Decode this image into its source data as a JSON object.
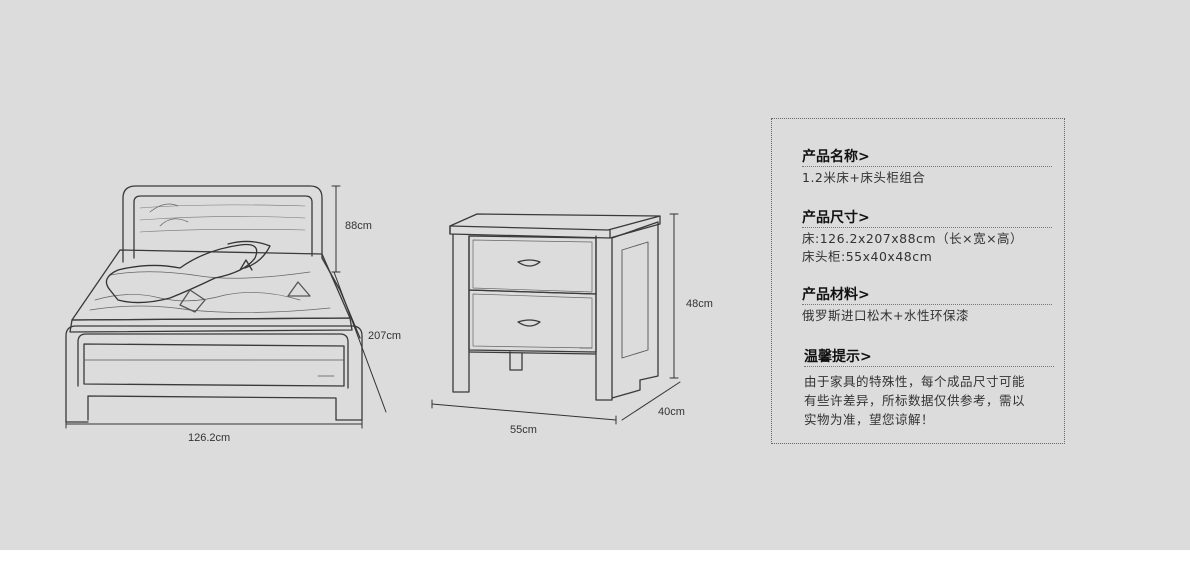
{
  "dimensions": {
    "bed_height": "88cm",
    "bed_length": "207cm",
    "bed_width": "126.2cm",
    "cabinet_height": "48cm",
    "cabinet_width": "55cm",
    "cabinet_depth": "40cm"
  },
  "info": {
    "name": {
      "title": "产品名称>",
      "lines": [
        "1.2米床+床头柜组合"
      ]
    },
    "size": {
      "title": "产品尺寸>",
      "lines": [
        "床:126.2x207x88cm（长×宽×高）",
        "床头柜:55x40x48cm"
      ]
    },
    "material": {
      "title": "产品材料>",
      "lines": [
        "俄罗斯进口松木+水性环保漆"
      ]
    },
    "tips": {
      "title": "温馨提示>",
      "lines": [
        "由于家具的特殊性，每个成品尺寸可能",
        "有些许差异，所标数据仅供参考，需以",
        "实物为准，望您谅解！"
      ]
    }
  },
  "colors": {
    "background": "#dcdcdc",
    "line": "#444444"
  }
}
